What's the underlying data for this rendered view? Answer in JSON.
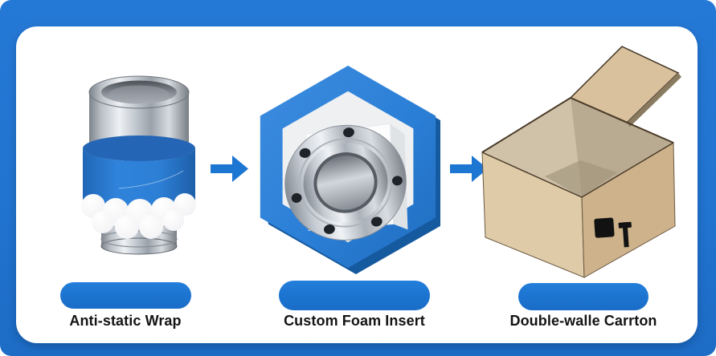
{
  "steps": [
    {
      "name": "anti-static-wrap",
      "label": "Anti-static Wrap"
    },
    {
      "name": "custom-foam-insert",
      "label": "Custom Foam Insert"
    },
    {
      "name": "double-wall-carton",
      "label": "Double-walle Carrton"
    }
  ],
  "icons": {
    "arrow_right": "block-arrow-right",
    "fragile_marks": "black square and glass symbol on carton"
  },
  "colors": {
    "frame_blue": "#2277d4",
    "accent_blue": "#1d76d2",
    "band_blue": "#2e80d6",
    "hexagon_blue": "#2b7fd6",
    "card_white": "#ffffff",
    "carton_tan": "#d8c19c",
    "foam_white": "#f4f5f6",
    "steel_gray": "#b9bfc6",
    "label_text": "#141414"
  }
}
